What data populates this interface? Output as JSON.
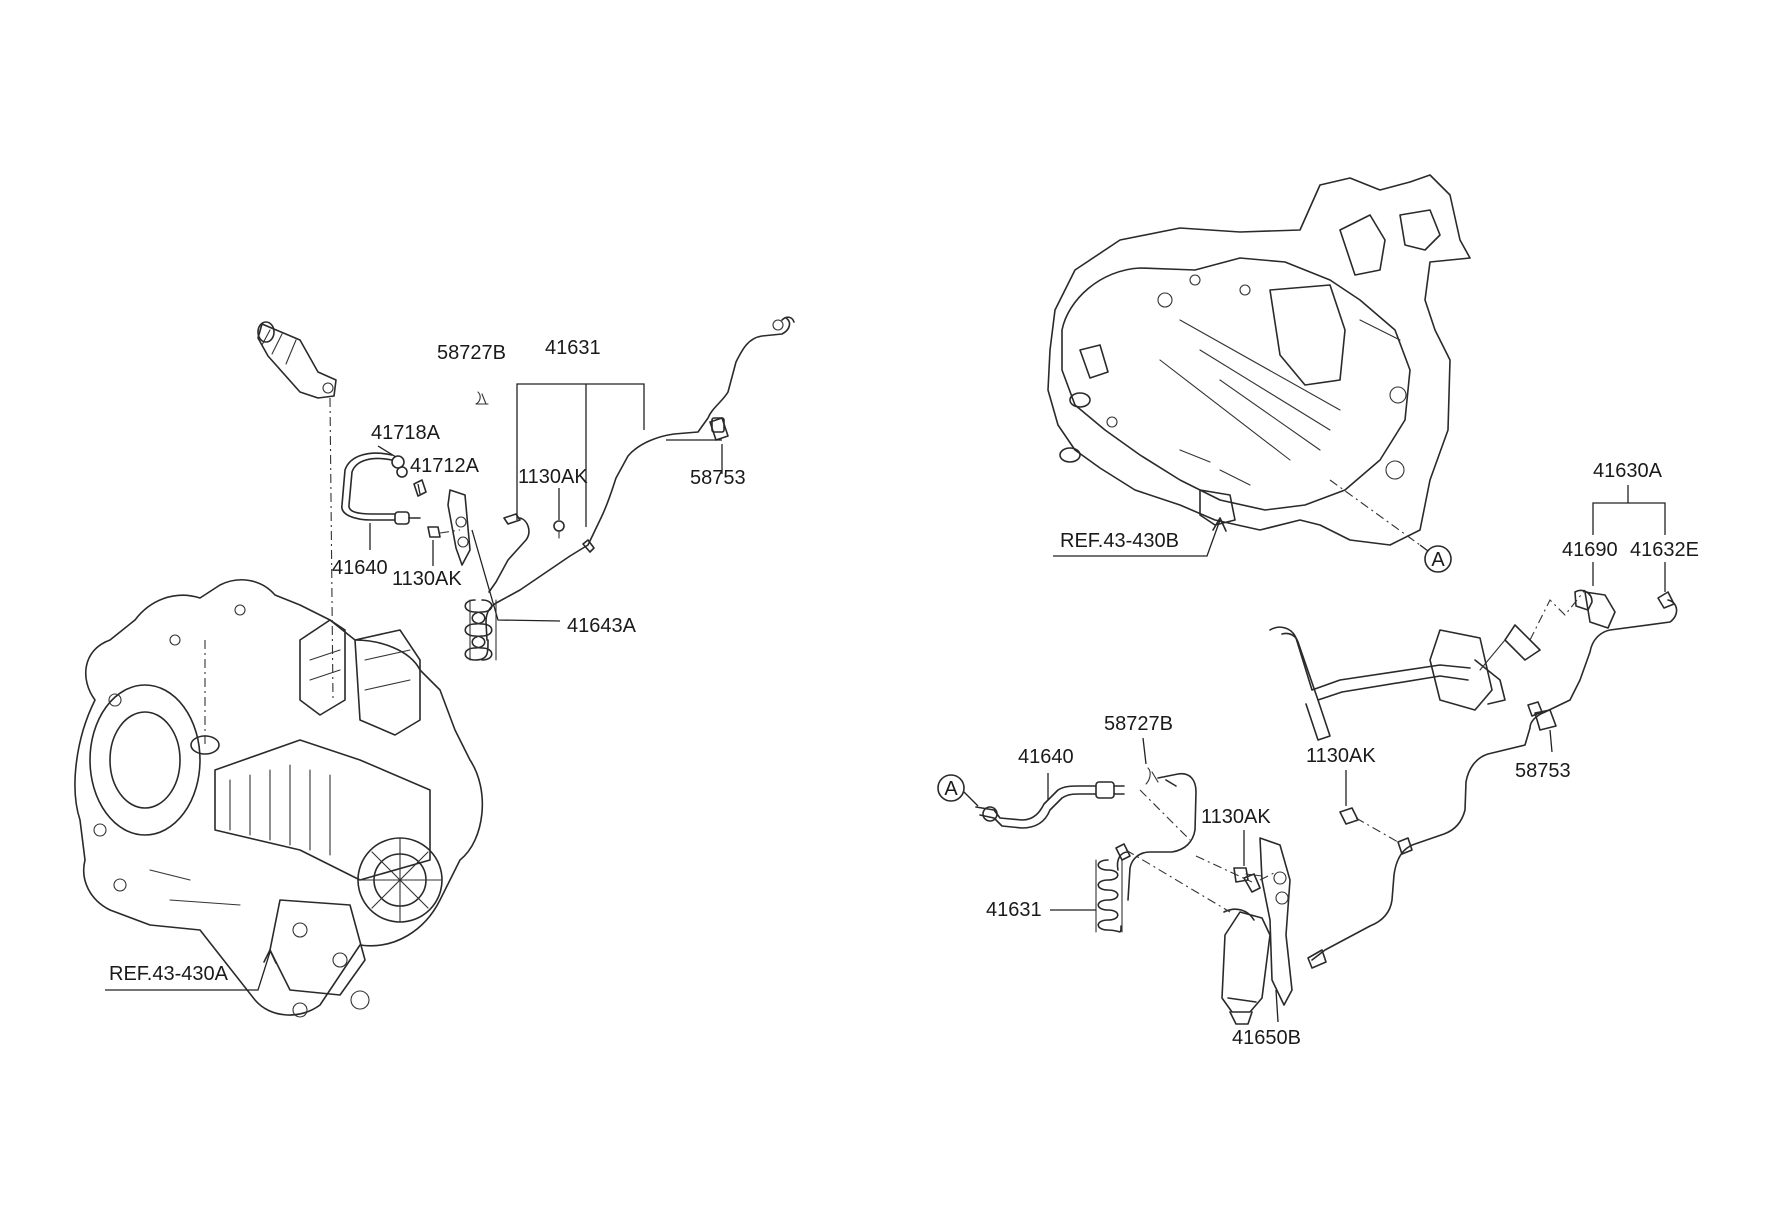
{
  "labels": {
    "left": {
      "p58727B": "58727B",
      "p41631": "41631",
      "p41718A": "41718A",
      "p41712A": "41712A",
      "p1130AK_a": "1130AK",
      "p58753": "58753",
      "p41640": "41640",
      "p1130AK_b": "1130AK",
      "p41643A": "41643A",
      "ref": "REF.43-430A"
    },
    "right": {
      "p41630A": "41630A",
      "p41690": "41690",
      "p41632E": "41632E",
      "ref": "REF.43-430B",
      "circleA_top": "A",
      "p58727B": "58727B",
      "p41640": "41640",
      "circleA_bottom": "A",
      "p1130AK_a": "1130AK",
      "p58753": "58753",
      "p1130AK_b": "1130AK",
      "p41631": "41631",
      "p41650B": "41650B"
    }
  }
}
